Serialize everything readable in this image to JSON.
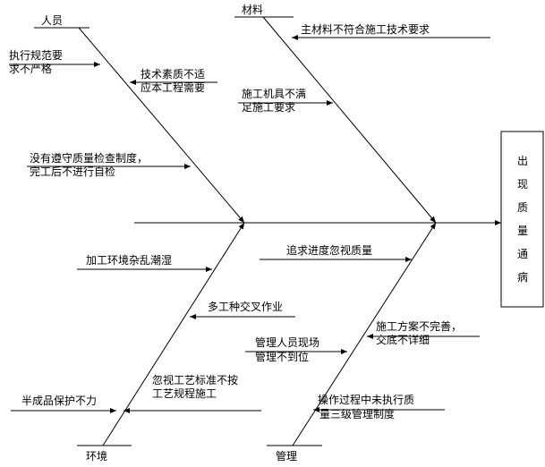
{
  "categories": {
    "people": "人员",
    "material": "材料",
    "environment": "环境",
    "management": "管理"
  },
  "effect": [
    "出",
    "现",
    "质",
    "量",
    "通",
    "病"
  ],
  "causes": {
    "people_1": [
      "执行规范要",
      "求不严格"
    ],
    "people_2": [
      "没有遵守质量检查制度，",
      "完工后不进行自检"
    ],
    "material_1": "主材料不符合施工技术要求",
    "material_2": [
      "技术素质不适",
      "应本工程需要"
    ],
    "material_3": [
      "施工机具不满",
      "足施工要求"
    ],
    "env_1": "加工环境杂乱潮湿",
    "env_2": "多工种交叉作业",
    "env_3": [
      "忽视工艺标准不按",
      "工艺规程施工"
    ],
    "env_4": "半成品保护不力",
    "mgmt_1": "追求进度忽视质量",
    "mgmt_2": [
      "施工方案不完善，",
      "交底不详细"
    ],
    "mgmt_3": [
      "管理人员现场",
      "管理不到位"
    ],
    "mgmt_4": [
      "操作过程中未执行质",
      "量三级管理制度"
    ]
  }
}
